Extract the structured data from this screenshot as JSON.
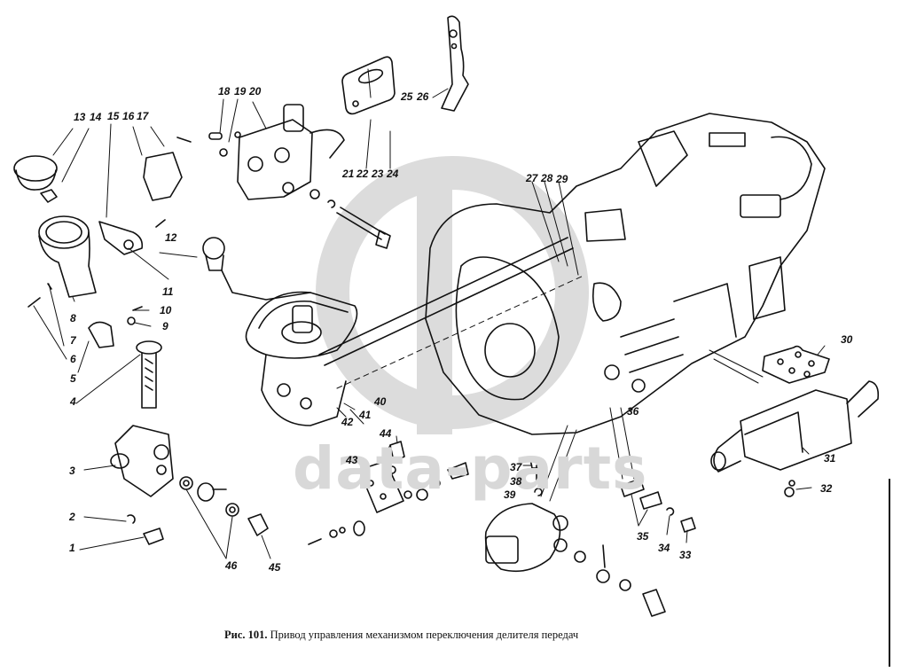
{
  "figure": {
    "caption_number": "Рис. 101.",
    "caption_text": "Привод управления механизмом переключения делителя передач",
    "watermark": "data-parts"
  },
  "callouts": [
    {
      "id": "13",
      "label": "13"
    },
    {
      "id": "14",
      "label": "14"
    },
    {
      "id": "15",
      "label": "15"
    },
    {
      "id": "16",
      "label": "16"
    },
    {
      "id": "17",
      "label": "17"
    },
    {
      "id": "18",
      "label": "18"
    },
    {
      "id": "19",
      "label": "19"
    },
    {
      "id": "20",
      "label": "20"
    },
    {
      "id": "25",
      "label": "25"
    },
    {
      "id": "26",
      "label": "26"
    },
    {
      "id": "21",
      "label": "21"
    },
    {
      "id": "22",
      "label": "22"
    },
    {
      "id": "23",
      "label": "23"
    },
    {
      "id": "24",
      "label": "24"
    },
    {
      "id": "27",
      "label": "27"
    },
    {
      "id": "28",
      "label": "28"
    },
    {
      "id": "29",
      "label": "29"
    },
    {
      "id": "12",
      "label": "12"
    },
    {
      "id": "11",
      "label": "11"
    },
    {
      "id": "10",
      "label": "10"
    },
    {
      "id": "9",
      "label": "9"
    },
    {
      "id": "8",
      "label": "8"
    },
    {
      "id": "7",
      "label": "7"
    },
    {
      "id": "6",
      "label": "6"
    },
    {
      "id": "5",
      "label": "5"
    },
    {
      "id": "4",
      "label": "4"
    },
    {
      "id": "3",
      "label": "3"
    },
    {
      "id": "2",
      "label": "2"
    },
    {
      "id": "1",
      "label": "1"
    },
    {
      "id": "46",
      "label": "46"
    },
    {
      "id": "45",
      "label": "45"
    },
    {
      "id": "40",
      "label": "40"
    },
    {
      "id": "41",
      "label": "41"
    },
    {
      "id": "42",
      "label": "42"
    },
    {
      "id": "43",
      "label": "43"
    },
    {
      "id": "44",
      "label": "44"
    },
    {
      "id": "37",
      "label": "37"
    },
    {
      "id": "38",
      "label": "38"
    },
    {
      "id": "39",
      "label": "39"
    },
    {
      "id": "36",
      "label": "36"
    },
    {
      "id": "35",
      "label": "35"
    },
    {
      "id": "34",
      "label": "34"
    },
    {
      "id": "33",
      "label": "33"
    },
    {
      "id": "30",
      "label": "30"
    },
    {
      "id": "31",
      "label": "31"
    },
    {
      "id": "32",
      "label": "32"
    }
  ]
}
